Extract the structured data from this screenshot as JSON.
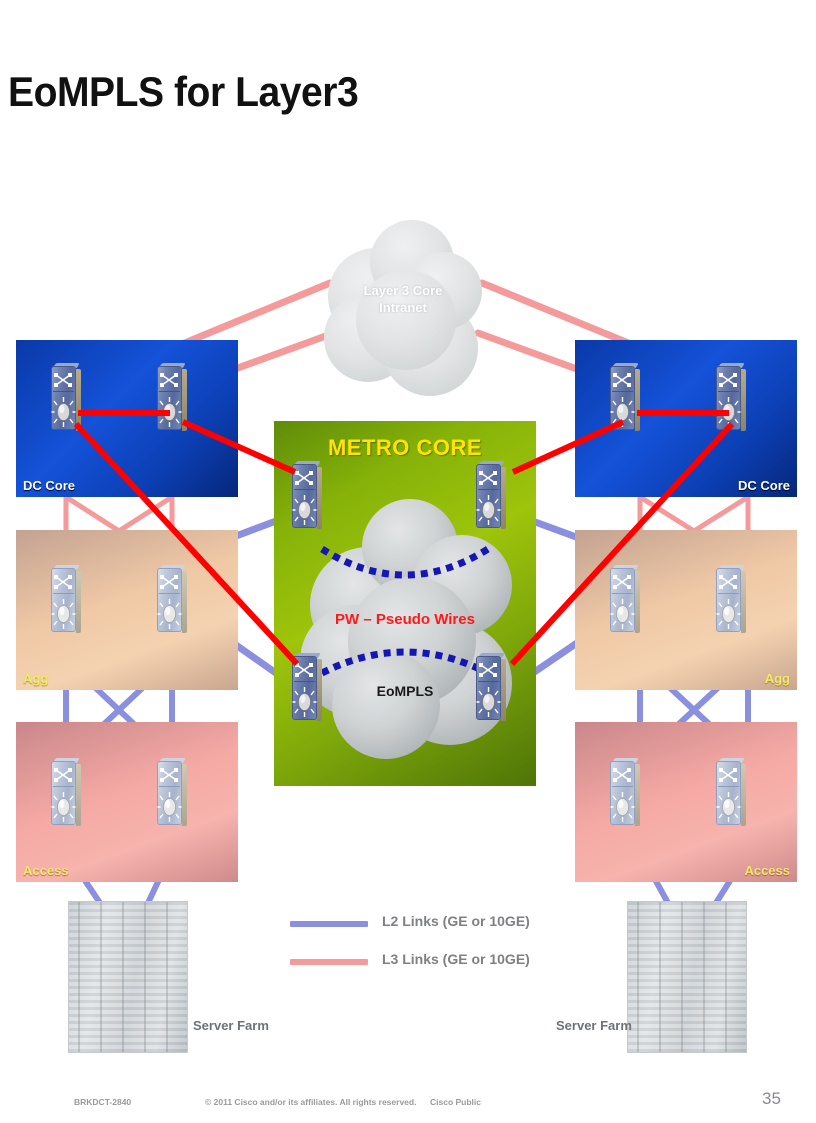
{
  "slide": {
    "title": "EoMPLS for Layer3",
    "page_number": "35"
  },
  "footer": {
    "session_id": "BRKDCT-2840",
    "copyright": "© 2011 Cisco and/or its affiliates. All rights reserved.",
    "classification": "Cisco Public"
  },
  "diagram": {
    "layer3_cloud": {
      "line1": "Layer 3 Core",
      "line2": "Intranet"
    },
    "metro_core": {
      "title": "METRO CORE",
      "pseudo_wires_label": "PW – Pseudo Wires",
      "technology_label": "EoMPLS"
    },
    "zones": {
      "dc_core_left": "DC Core",
      "dc_core_right": "DC Core",
      "agg_left": "Agg",
      "agg_right": "Agg",
      "access_left": "Access",
      "access_right": "Access",
      "server_farm_left": "Server Farm",
      "server_farm_right": "Server Farm"
    }
  },
  "legend": {
    "items": [
      {
        "label": "L2 Links (GE or 10GE)",
        "color": "#8b8fdf"
      },
      {
        "label": "L3 Links (GE or 10GE)",
        "color": "#f59a9a"
      }
    ]
  },
  "colors": {
    "l2_link": "#8b8fdf",
    "l3_link": "#f59a9a",
    "active_l3_link": "#ff0000",
    "pseudo_wire": "#1616b4",
    "metro_core_bg": "#8fb80a",
    "metro_core_title": "#ffe400",
    "dc_core_bg": "#1452d8",
    "agg_bg": "#f0c9a6",
    "access_bg": "#f5a9a4",
    "zone_label_yellow": "#f5e96a"
  }
}
